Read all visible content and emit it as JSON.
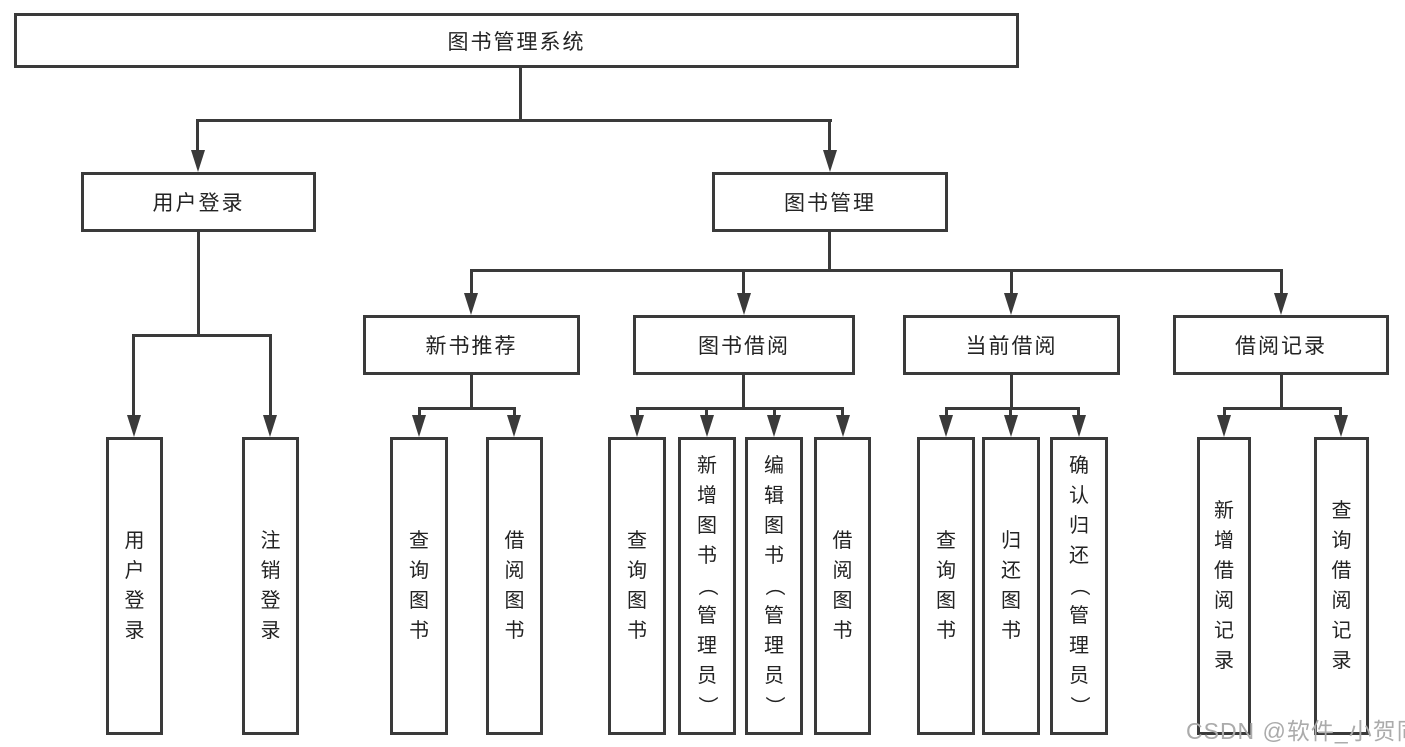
{
  "diagram": {
    "nodes": {
      "root": "图书管理系统",
      "user_login": "用户登录",
      "book_management": "图书管理",
      "new_book_recommend": "新书推荐",
      "book_borrow": "图书借阅",
      "current_borrow": "当前借阅",
      "borrow_records": "借阅记录",
      "leaf_user_login": "用户登录",
      "leaf_logout": "注销登录",
      "recommend_query_book": "查询图书",
      "recommend_borrow_book": "借阅图书",
      "borrow_query_book": "查询图书",
      "borrow_add_book": "新增图书（管理员）",
      "borrow_edit_book": "编辑图书（管理员）",
      "borrow_borrow_book": "借阅图书",
      "current_query_book": "查询图书",
      "current_return_book": "归还图书",
      "current_confirm_return": "确认归还（管理员）",
      "records_add_record": "新增借阅记录",
      "records_query_record": "查询借阅记录"
    },
    "watermark": "CSDN @软件_小贺同学",
    "colors": {
      "line": "#3a3a3a",
      "text": "#232323",
      "background": "#ffffff",
      "watermark": "#ababab"
    }
  }
}
